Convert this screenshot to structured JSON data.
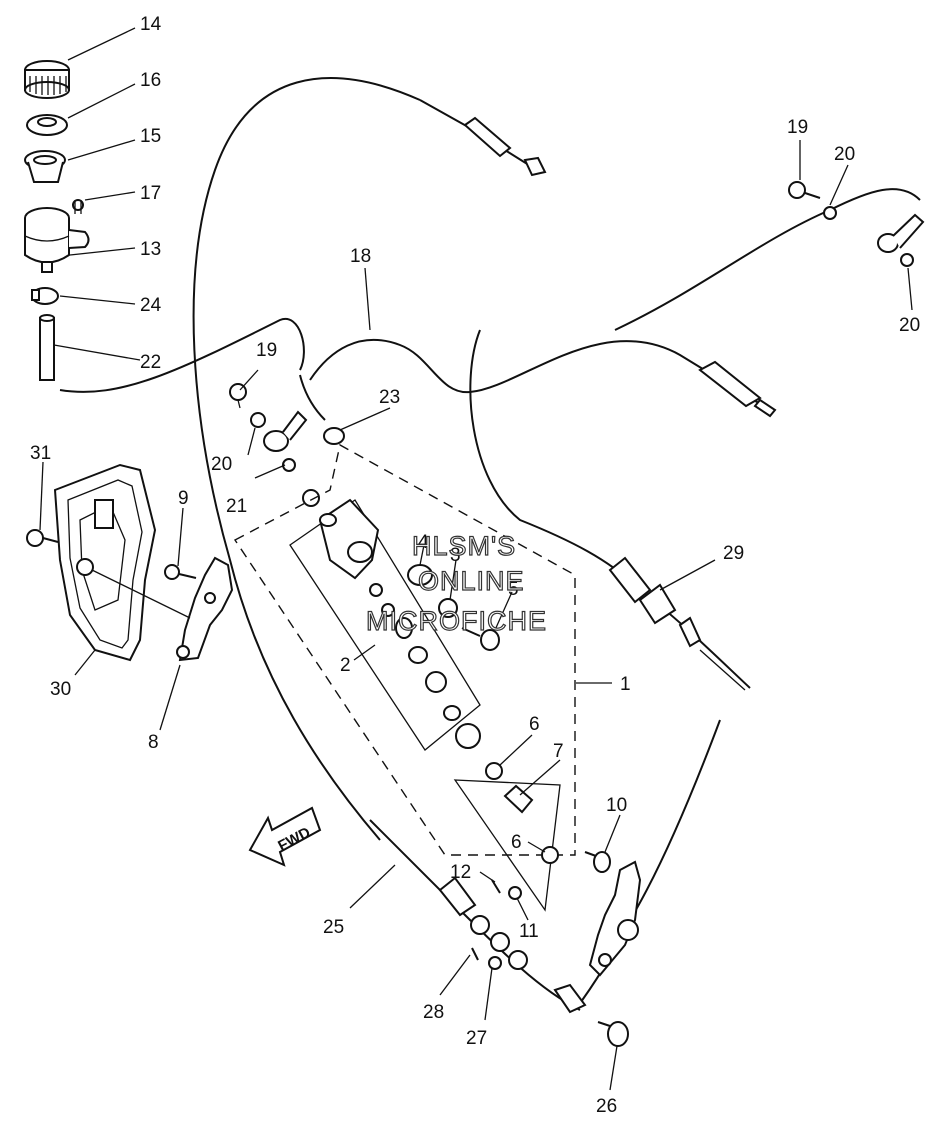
{
  "watermark": {
    "line1": "HLSM'S",
    "line2": "ONLINE",
    "line3": "MICROFICHE"
  },
  "direction_label": "FWD",
  "callouts": [
    {
      "id": "14",
      "text": "14"
    },
    {
      "id": "16",
      "text": "16"
    },
    {
      "id": "15",
      "text": "15"
    },
    {
      "id": "17",
      "text": "17"
    },
    {
      "id": "13",
      "text": "13"
    },
    {
      "id": "24",
      "text": "24"
    },
    {
      "id": "22",
      "text": "22"
    },
    {
      "id": "19a",
      "text": "19"
    },
    {
      "id": "20a",
      "text": "20"
    },
    {
      "id": "20b",
      "text": "20"
    },
    {
      "id": "18",
      "text": "18"
    },
    {
      "id": "19b",
      "text": "19"
    },
    {
      "id": "23",
      "text": "23"
    },
    {
      "id": "20c",
      "text": "20"
    },
    {
      "id": "21",
      "text": "21"
    },
    {
      "id": "31",
      "text": "31"
    },
    {
      "id": "9",
      "text": "9"
    },
    {
      "id": "4",
      "text": "4"
    },
    {
      "id": "3",
      "text": "3"
    },
    {
      "id": "5",
      "text": "5"
    },
    {
      "id": "29",
      "text": "29"
    },
    {
      "id": "2",
      "text": "2"
    },
    {
      "id": "1",
      "text": "1"
    },
    {
      "id": "30",
      "text": "30"
    },
    {
      "id": "8",
      "text": "8"
    },
    {
      "id": "6a",
      "text": "6"
    },
    {
      "id": "7",
      "text": "7"
    },
    {
      "id": "10",
      "text": "10"
    },
    {
      "id": "6b",
      "text": "6"
    },
    {
      "id": "12",
      "text": "12"
    },
    {
      "id": "11",
      "text": "11"
    },
    {
      "id": "25",
      "text": "25"
    },
    {
      "id": "28",
      "text": "28"
    },
    {
      "id": "27",
      "text": "27"
    },
    {
      "id": "26",
      "text": "26"
    }
  ]
}
